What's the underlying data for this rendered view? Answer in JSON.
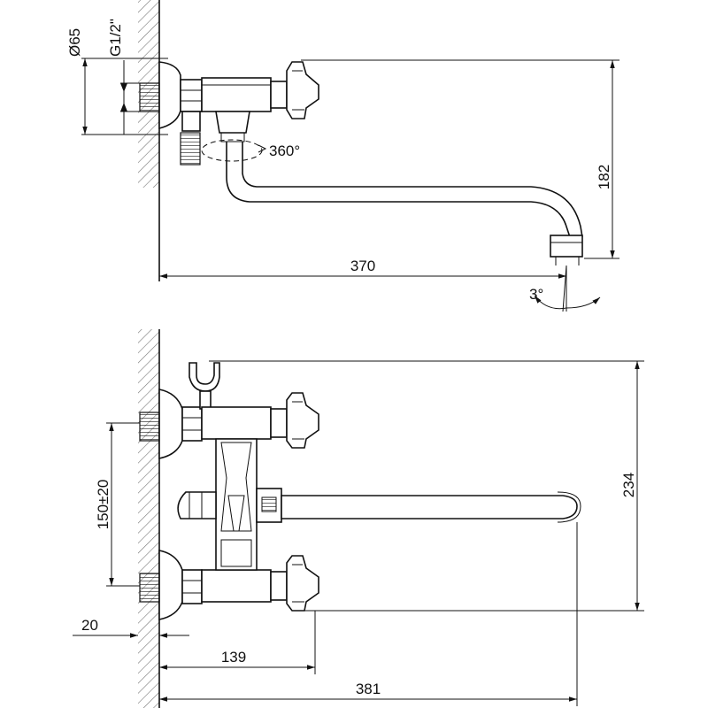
{
  "top_view": {
    "diameter_label": "Ø65",
    "thread_label": "G1/2\"",
    "rotation_label": "360°",
    "height_label": "182",
    "length_label": "370",
    "angle_label": "3°"
  },
  "front_view": {
    "spacing_label": "150±20",
    "wall_offset_label": "20",
    "depth_label": "139",
    "total_length_label": "381",
    "height_label": "234"
  }
}
